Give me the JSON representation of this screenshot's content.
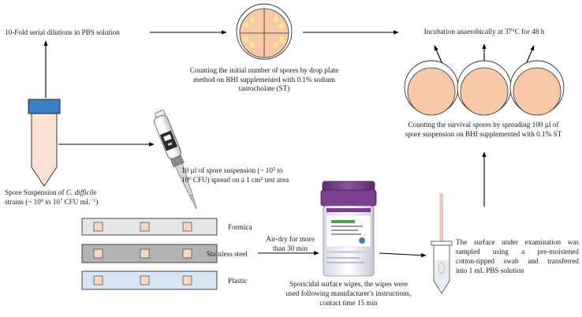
{
  "colors": {
    "plate_fill": "#f8c9a6",
    "plate_spot": "#f7e393",
    "tube_cap": "#3b7fc4",
    "tube_body": "#fde3d3",
    "formica_strip": "#e6e6e6",
    "steel_strip": "#b3b3b3",
    "plastic_strip": "#d7e6f4",
    "test_area": "#fbd7c0",
    "wipes_canister": "#7a3f8e",
    "arrow": "#000000"
  },
  "labels": {
    "serial_dilutions": "10-Fold serial dilutions in PBS solution",
    "drop_plate": "Counting the initial number of spores by drop plate method on BHI supplemented with 0.1% sodium taurocholate (ST)",
    "incubation": "Incubation anaerobically at 37°C for 48 h",
    "survival_l1": "Counting the survival spores by spreading 100 µl of",
    "survival_l2": "spore suspension on BHI supplemented with 0.1% ST",
    "spore_susp_l1_pre": "Spore Suspension of ",
    "spore_susp_l1_it": "C. difficile",
    "spore_susp_l2_a": "strains (~ 10",
    "spore_susp_l2_exp1": "6",
    "spore_susp_l2_b": " to 10",
    "spore_susp_l2_exp2": "7",
    "spore_susp_l2_c": " CFU mL",
    "spore_susp_l2_exp3": "−1",
    "spore_susp_l2_d": ")",
    "pipette_l1_a": "10 µl  of spore suspension (~ 10",
    "pipette_l1_exp": "5",
    "pipette_l1_b": " to",
    "pipette_l2_a": "10",
    "pipette_l2_exp1": "6",
    "pipette_l2_b": " CFU) spread on a 1 cm",
    "pipette_l2_exp2": "2",
    "pipette_l2_c": "  test area",
    "formica": "Formica",
    "stainless": "Stainless steel",
    "plastic": "Plastic",
    "air_dry_l1": "Air-dry for more",
    "air_dry_l2": "than 30 min",
    "wipes_l1": "Sporicidal surface wipes, the wipes were",
    "wipes_l2": "used following manufacturer's instructions,",
    "wipes_l3": "contact time 15 min",
    "swab_l1": "The surface under examination was",
    "swab_l2": "sampled using a pre-moistened",
    "swab_l3": "cotton-tipped swab and transferred",
    "swab_l4": "into 1 mL PBS solution"
  }
}
